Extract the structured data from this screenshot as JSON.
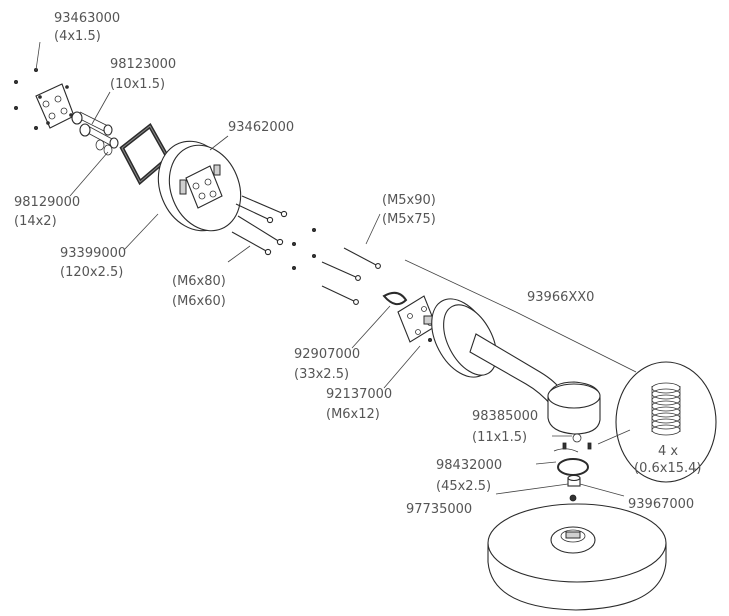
{
  "labels": {
    "p93463000": "93463000",
    "p93463000_size": "(4x1.5)",
    "p98123000": "98123000",
    "p98123000_size": "(10x1.5)",
    "p93462000": "93462000",
    "p98129000": "98129000",
    "p98129000_size": "(14x2)",
    "p93399000": "93399000",
    "p93399000_size": "(120x2.5)",
    "screw_m6_80": "(M6x80)",
    "screw_m6_60": "(M6x60)",
    "screw_m5_90": "(M5x90)",
    "screw_m5_75": "(M5x75)",
    "p93966xx0": "93966XX0",
    "p92907000": "92907000",
    "p92907000_size": "(33x2.5)",
    "p92137000": "92137000",
    "p92137000_size": "(M6x12)",
    "p98385000": "98385000",
    "p98385000_size": "(11x1.5)",
    "detail_qty": "4 x",
    "detail_size": "(0.6x15.4)",
    "p98432000": "98432000",
    "p98432000_size": "(45x2.5)",
    "p97735000": "97735000",
    "p93967000": "93967000"
  }
}
